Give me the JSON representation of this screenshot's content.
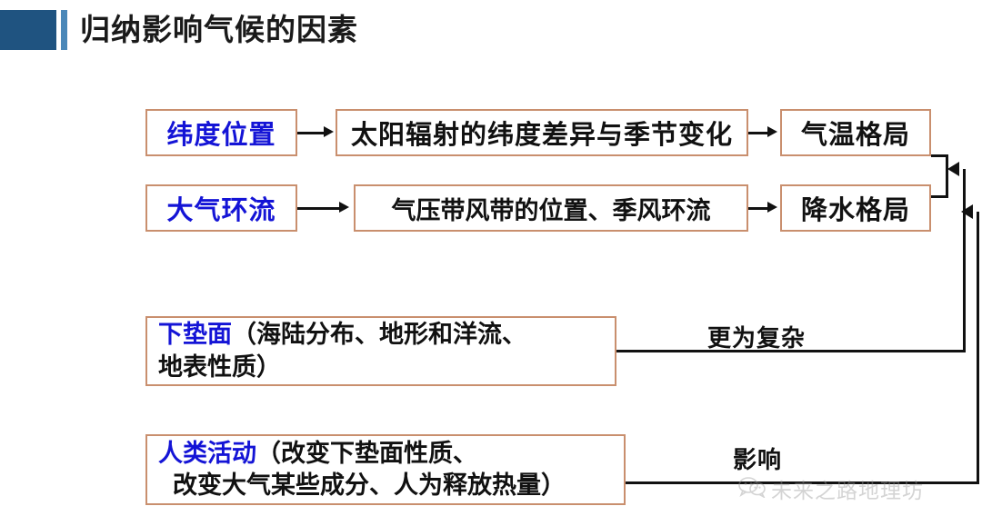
{
  "header": {
    "title": "归纳影响气候的因素",
    "accent_color": "#1f5380",
    "accent_bar_color": "#4a87b8"
  },
  "theme": {
    "box_border_color": "#c98f6e",
    "factor_text_color": "#1414d6",
    "body_text_color": "#111111",
    "connector_color": "#111111"
  },
  "diagram": {
    "type": "flow-diagram",
    "nodes": {
      "latitude": {
        "label": "纬度位置",
        "style": "factor"
      },
      "solar": {
        "label": "太阳辐射的纬度差异与季节变化",
        "style": "process"
      },
      "temperature": {
        "label": "气温格局",
        "style": "outcome"
      },
      "circulation": {
        "label": "大气环流",
        "style": "factor"
      },
      "pressure": {
        "label": "气压带风带的位置、季风环流",
        "style": "process"
      },
      "precipitation": {
        "label": "降水格局",
        "style": "outcome"
      },
      "surface": {
        "factor": "下垫面",
        "line1_rest": "（海陆分布、地形和洋流、",
        "line2": "地表性质）",
        "style": "factor-multiline"
      },
      "human": {
        "factor": "人类活动",
        "line1_rest": "（改变下垫面性质、",
        "line2": "改变大气某些成分、人为释放热量）",
        "style": "factor-multiline"
      }
    },
    "edges": [
      {
        "from": "latitude",
        "to": "solar",
        "kind": "arrow",
        "label": ""
      },
      {
        "from": "solar",
        "to": "temperature",
        "kind": "arrow",
        "label": ""
      },
      {
        "from": "circulation",
        "to": "pressure",
        "kind": "arrow",
        "label": ""
      },
      {
        "from": "pressure",
        "to": "precipitation",
        "kind": "arrow",
        "label": ""
      },
      {
        "from": "surface",
        "to": "temperature+precipitation",
        "kind": "feedback-arrow",
        "label": "更为复杂"
      },
      {
        "from": "human",
        "to": "temperature+precipitation",
        "kind": "feedback-arrow",
        "label": "影响"
      }
    ],
    "edge_labels": {
      "complex": "更为复杂",
      "affect": "影响"
    }
  },
  "watermark": {
    "text": "未来之路地理坊",
    "icon": "wechat-icon",
    "color": "#9a9a9a"
  }
}
